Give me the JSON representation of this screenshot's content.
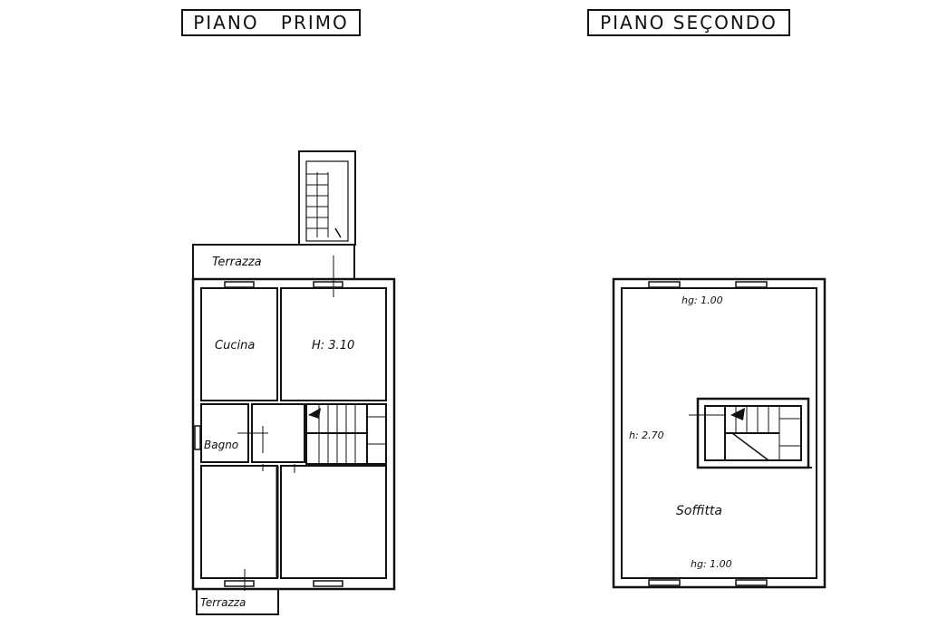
{
  "titles": {
    "primo": "PIANO  PRIMO",
    "secondo": "PIANO  SEÇONDO"
  },
  "primo": {
    "terrazza_top": "Terrazza",
    "cucina": "Cucina",
    "height": "H: 3.10",
    "bagno": "Bagno",
    "terrazza_bottom": "Terrazza"
  },
  "secondo": {
    "hg_top": "hg: 1.00",
    "h_side": "h: 2.70",
    "soffitta": "Soffitta",
    "hg_bottom": "hg: 1.00"
  },
  "colors": {
    "ink": "#111111",
    "paper": "#ffffff"
  }
}
